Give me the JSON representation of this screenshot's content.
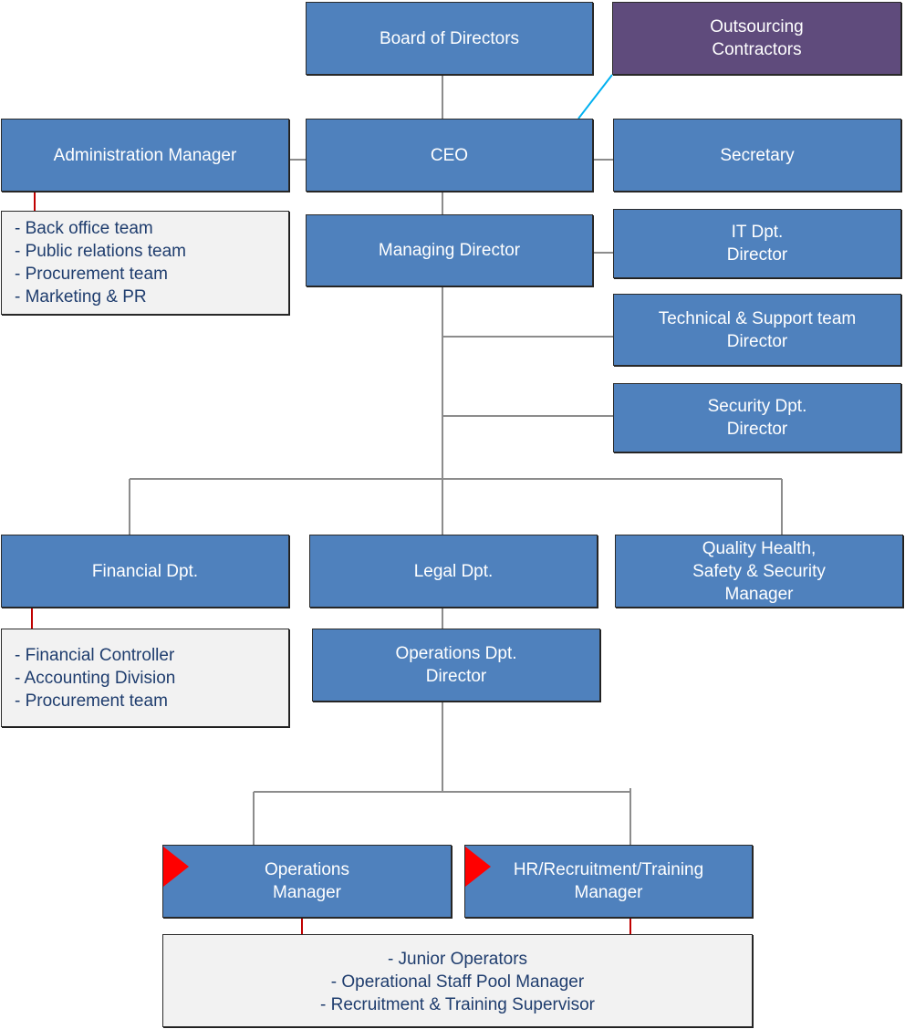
{
  "nodes": {
    "board": [
      "Board of Directors"
    ],
    "outsourcing": [
      "Outsourcing",
      "Contractors"
    ],
    "admin_manager": [
      "Administration Manager"
    ],
    "ceo": [
      "CEO"
    ],
    "secretary": [
      "Secretary"
    ],
    "managing_director": [
      "Managing Director"
    ],
    "it_director": [
      "IT Dpt.",
      "Director"
    ],
    "tech_support_director": [
      "Technical & Support team",
      "Director"
    ],
    "security_director": [
      "Security Dpt.",
      "Director"
    ],
    "financial": [
      "Financial Dpt."
    ],
    "legal": [
      "Legal Dpt."
    ],
    "qhse": [
      "Quality Health,",
      "Safety & Security",
      "Manager"
    ],
    "operations_director": [
      "Operations Dpt.",
      "Director"
    ],
    "operations_manager": [
      "Operations",
      "Manager"
    ],
    "hr_manager": [
      "HR/Recruitment/Training",
      "Manager"
    ]
  },
  "lists": {
    "admin_teams": [
      "- Back office team",
      "- Public relations team",
      "- Procurement team",
      "- Marketing & PR"
    ],
    "finance_units": [
      "- Financial Controller",
      "- Accounting Division",
      "- Procurement team"
    ],
    "ops_staff": [
      "- Junior Operators",
      "- Operational Staff Pool Manager",
      "- Recruitment & Training Supervisor"
    ]
  },
  "colors": {
    "node_blue": "#4f81bd",
    "node_purple": "#5f4b7c",
    "list_bg": "#f2f2f2",
    "list_text": "#1f3d6e",
    "connector_gray": "#8c8c8c",
    "connector_red": "#c00000",
    "connector_cyan": "#00b0f0",
    "flag_red": "#ff0000"
  }
}
